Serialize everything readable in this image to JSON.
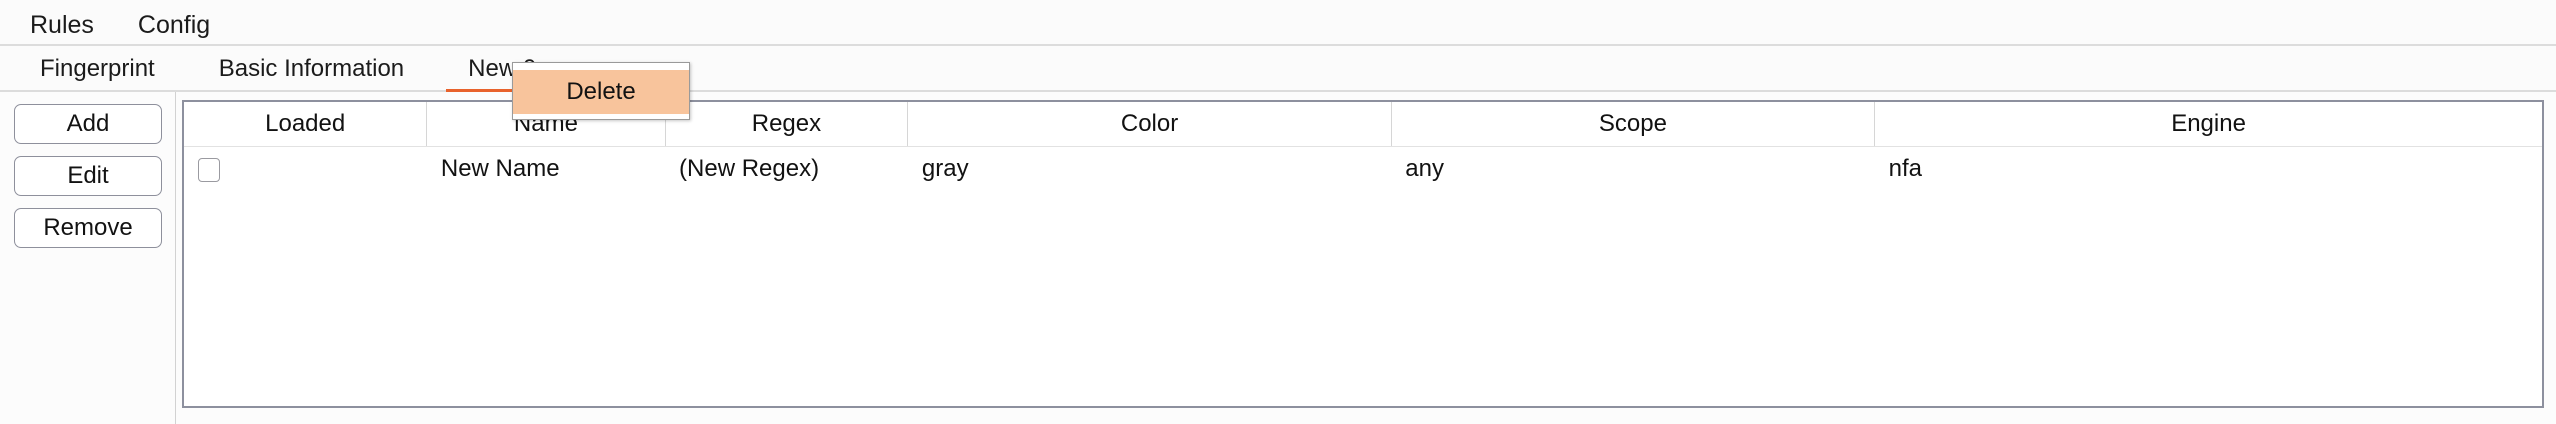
{
  "theme": {
    "accent": "#e8622c",
    "menu_highlight": "#f8c49c",
    "table_border": "#8d909e",
    "panel_bg": "#fcfcfc"
  },
  "primary_tabs": [
    {
      "label": "Rules",
      "active": true
    },
    {
      "label": "Config",
      "active": false
    }
  ],
  "secondary_tabs": [
    {
      "label": "Fingerprint",
      "active": false
    },
    {
      "label": "Basic Information",
      "active": false
    },
    {
      "label": "New 0",
      "active": true
    }
  ],
  "context_menu": {
    "items": [
      {
        "label": "Delete",
        "highlighted": true
      }
    ]
  },
  "side_panel": {
    "buttons": [
      {
        "label": "Add"
      },
      {
        "label": "Edit"
      },
      {
        "label": "Remove"
      }
    ]
  },
  "table": {
    "columns": [
      "Loaded",
      "Name",
      "Regex",
      "Color",
      "Scope",
      "Engine"
    ],
    "rows": [
      {
        "loaded": false,
        "name": "New Name",
        "regex": "(New Regex)",
        "color": "gray",
        "scope": "any",
        "engine": "nfa"
      }
    ]
  }
}
